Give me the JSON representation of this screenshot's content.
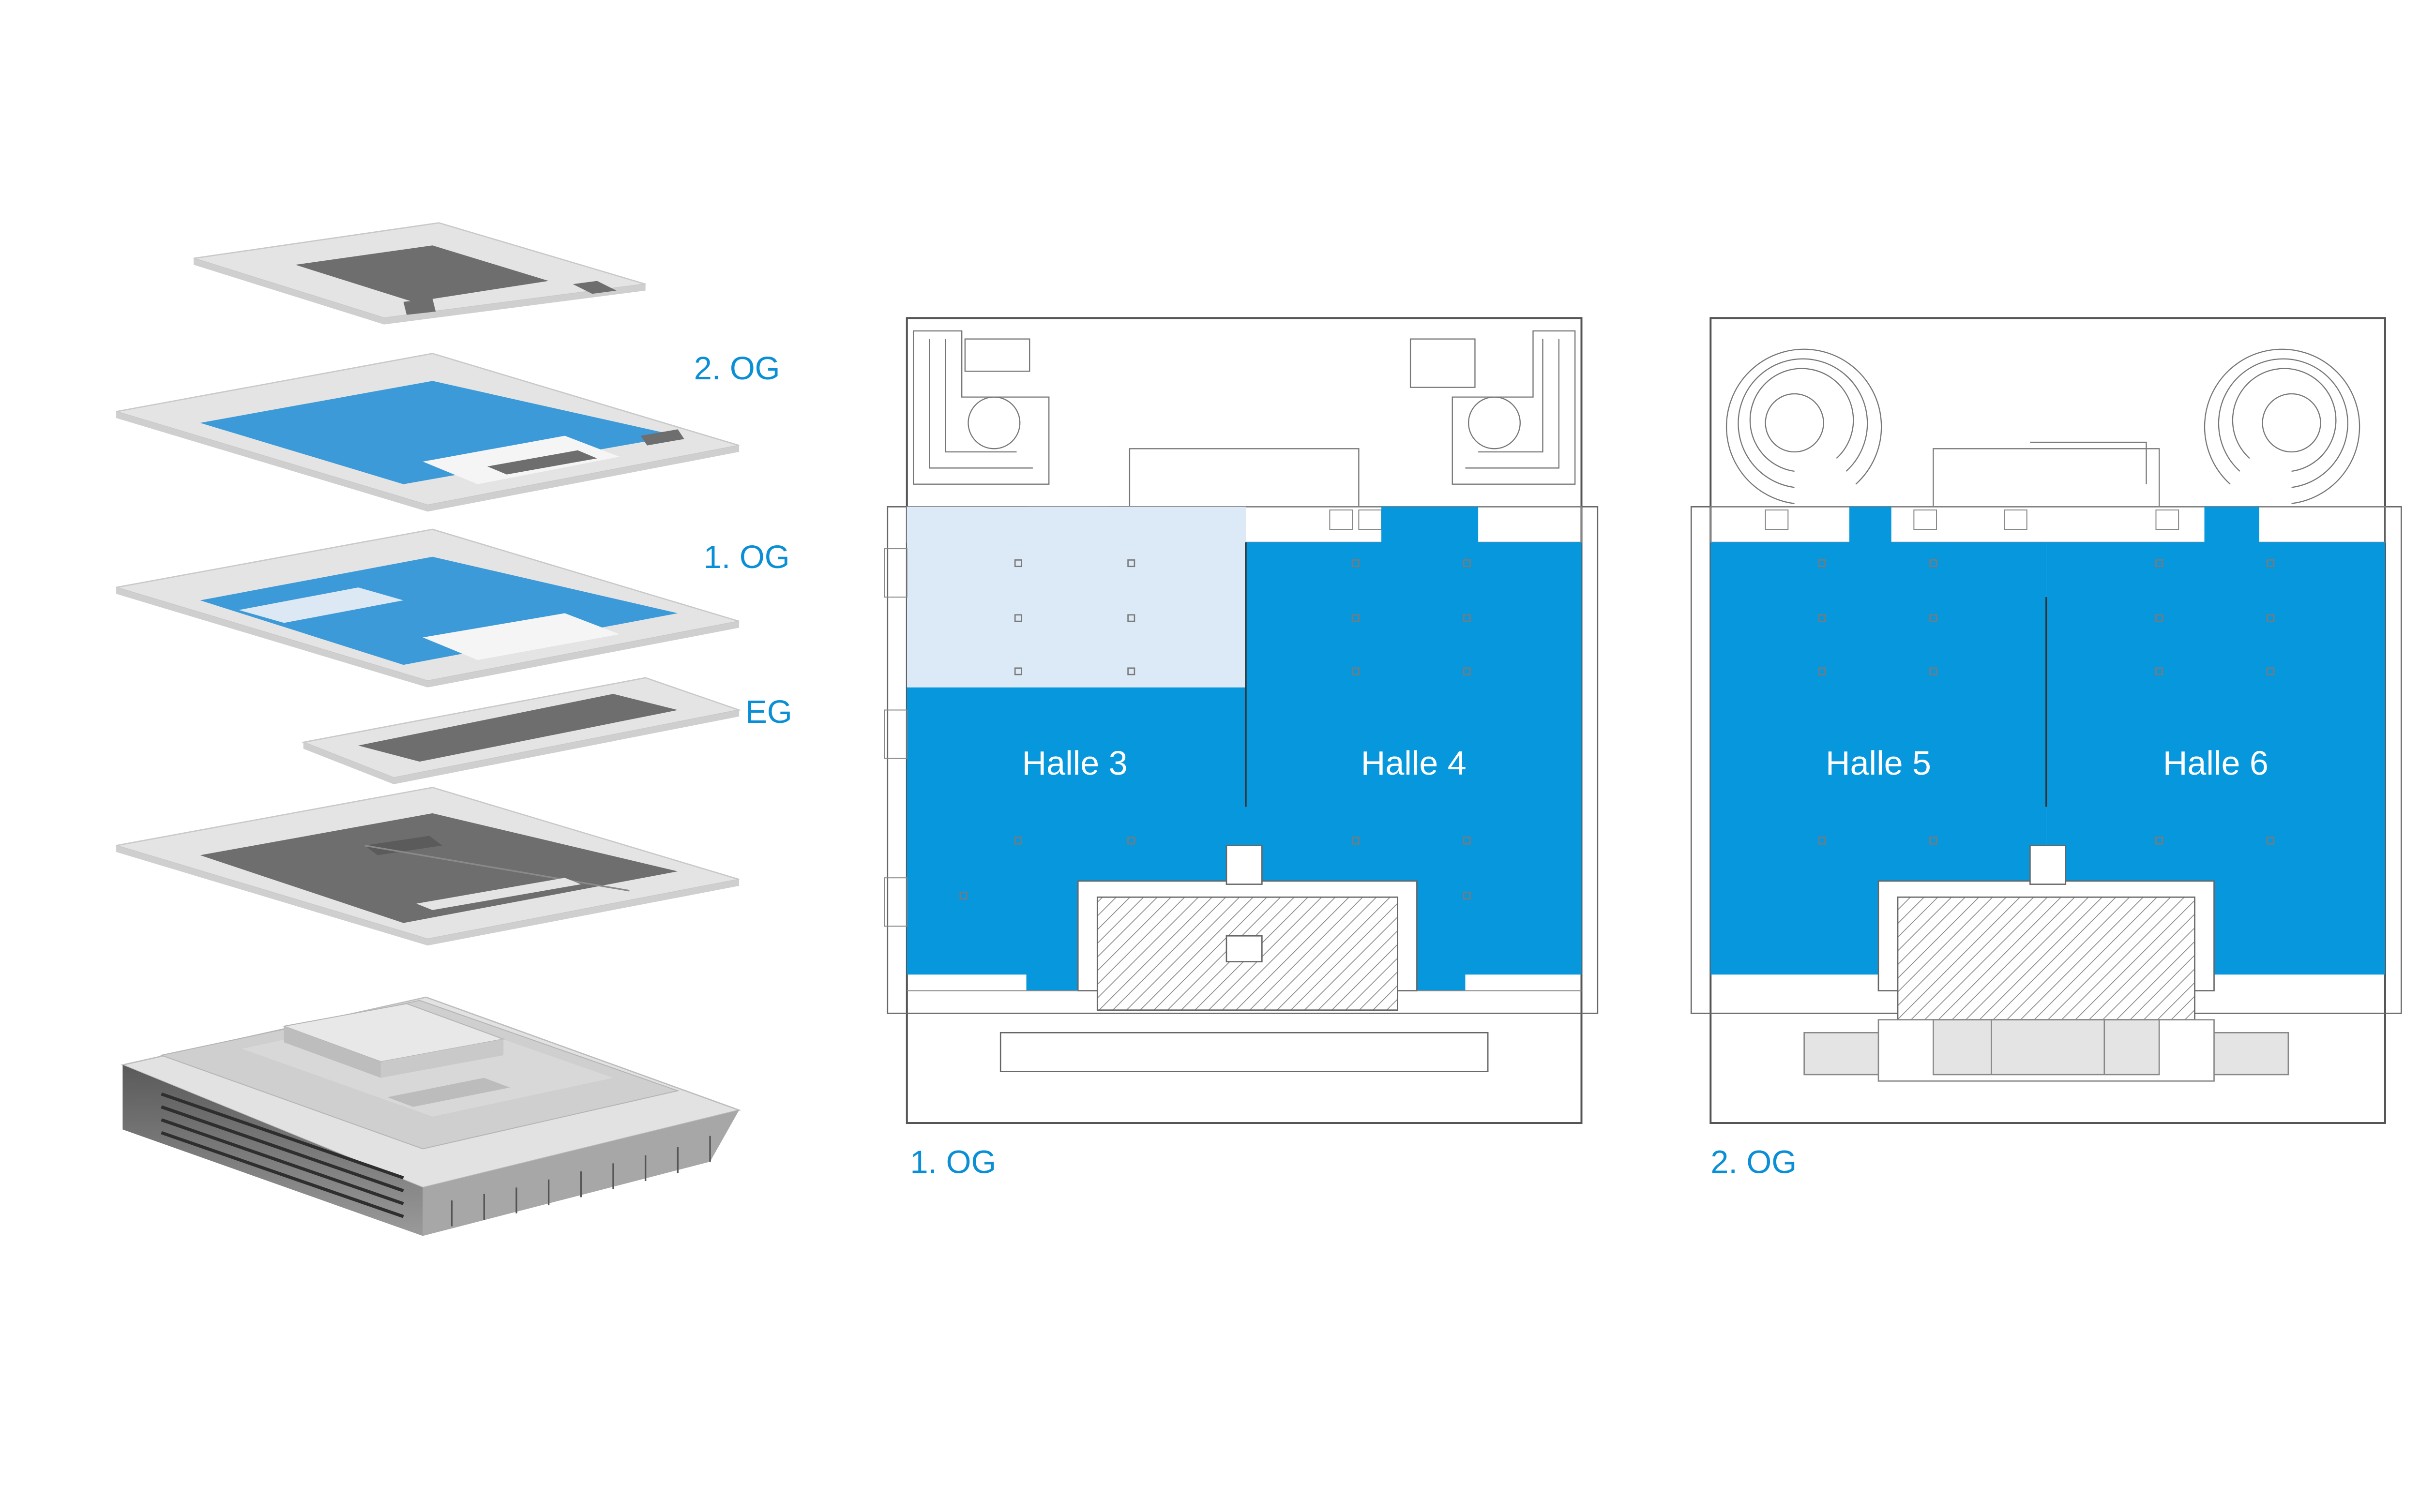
{
  "colors": {
    "hall_blue": "#0797dd",
    "hall_light": "#dceaf8",
    "layer_blue": "#3d9ad9",
    "layer_light": "#dde8f5",
    "slab_gray": "#e4e4e4",
    "slab_edge": "#c2c2c2",
    "dark_gray": "#6e6e6e",
    "label_blue": "#0a8fd6",
    "line": "#444444"
  },
  "stack_labels": {
    "og2": "2. OG",
    "og1": "1. OG",
    "eg": "EG"
  },
  "plans": {
    "og1": {
      "caption": "1. OG",
      "halls": [
        "Halle 3",
        "Halle 4"
      ]
    },
    "og2": {
      "caption": "2. OG",
      "halls": [
        "Halle 5",
        "Halle 6"
      ]
    }
  },
  "icons": {
    "building": "building-3d-icon",
    "stair": "staircase-icon"
  }
}
